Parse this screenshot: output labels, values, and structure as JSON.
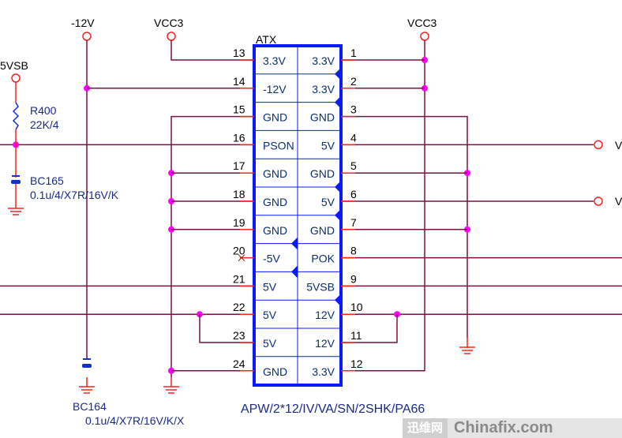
{
  "connector": {
    "ref": "ATX",
    "part": "APW/2*12/IV/VA/SN/2SHK/PA66",
    "rows": [
      {
        "left_pin": "13",
        "left_label": "3.3V",
        "right_pin": "1",
        "right_label": "3.3V"
      },
      {
        "left_pin": "14",
        "left_label": "-12V",
        "right_pin": "2",
        "right_label": "3.3V"
      },
      {
        "left_pin": "15",
        "left_label": "GND",
        "right_pin": "3",
        "right_label": "GND"
      },
      {
        "left_pin": "16",
        "left_label": "PSON",
        "right_pin": "4",
        "right_label": "5V"
      },
      {
        "left_pin": "17",
        "left_label": "GND",
        "right_pin": "5",
        "right_label": "GND"
      },
      {
        "left_pin": "18",
        "left_label": "GND",
        "right_pin": "6",
        "right_label": "5V"
      },
      {
        "left_pin": "19",
        "left_label": "GND",
        "right_pin": "7",
        "right_label": "GND"
      },
      {
        "left_pin": "20",
        "left_label": "-5V",
        "right_pin": "8",
        "right_label": "POK"
      },
      {
        "left_pin": "21",
        "left_label": "5V",
        "right_pin": "9",
        "right_label": "5VSB"
      },
      {
        "left_pin": "22",
        "left_label": "5V",
        "right_pin": "10",
        "right_label": "12V"
      },
      {
        "left_pin": "23",
        "left_label": "5V",
        "right_pin": "11",
        "right_label": "12V"
      },
      {
        "left_pin": "24",
        "left_label": "GND",
        "right_pin": "12",
        "right_label": "3.3V"
      }
    ]
  },
  "power_ports": {
    "neg12v": "-12V",
    "vcc3_left": "VCC3",
    "vcc3_right": "VCC3",
    "vsb": "5VSB",
    "out4": "V",
    "out6": "V"
  },
  "components": {
    "r400_ref": "R400",
    "r400_value": "22K/4",
    "bc165_ref": "BC165",
    "bc165_value": "0.1u/4/X7R/16V/K",
    "bc164_ref": "BC164",
    "bc164_value": "0.1u/4/X7R/16V/K/X"
  },
  "colors": {
    "wire": "#7a1040",
    "pin": "#ff2020",
    "junction": "#ff00ff",
    "connector": "#0a1aff",
    "component": "#1030d0"
  },
  "watermark": {
    "cn": "迅维网",
    "en": "Chinafix.com"
  }
}
